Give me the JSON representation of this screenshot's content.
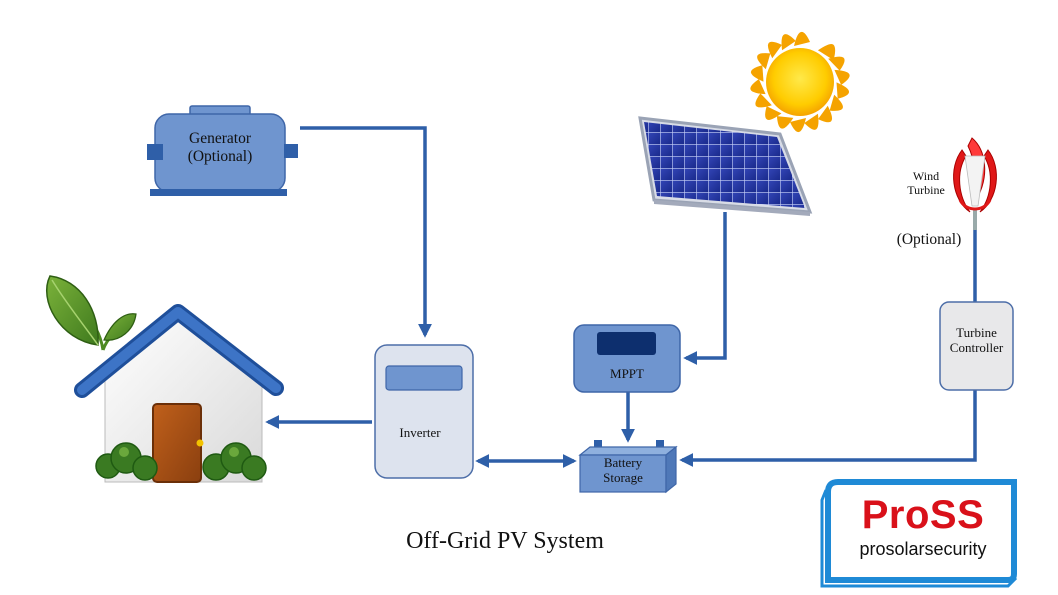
{
  "labels": {
    "generator": "Generator",
    "generator_optional": "(Optional)",
    "inverter": "Inverter",
    "mppt": "MPPT",
    "battery_line1": "Battery",
    "battery_line2": "Storage",
    "wind_line1": "Wind",
    "wind_line2": "Turbine",
    "wind_optional": "(Optional)",
    "turbine_controller_line1": "Turbine",
    "turbine_controller_line2": "Controller"
  },
  "caption": "Off-Grid PV System",
  "logo": {
    "word": "ProSS",
    "sub": "prosolarsecurity"
  },
  "colors": {
    "wire": "#2e5fa8",
    "box_fill": "#6f95cf",
    "light_box_fill": "#dde3ee",
    "logo_red": "#d9111a",
    "logo_border": "#1f8ad6"
  }
}
